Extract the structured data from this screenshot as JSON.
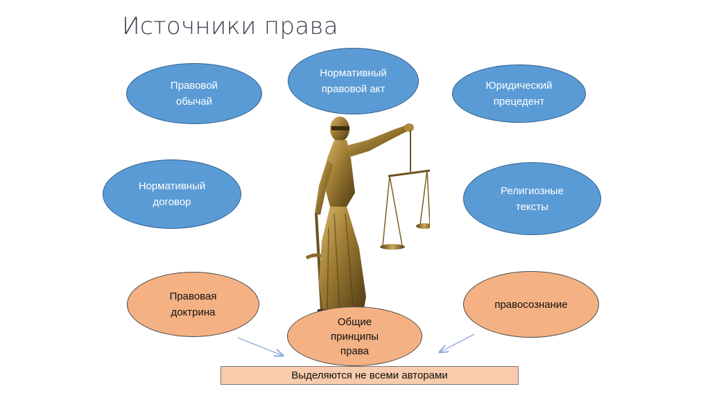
{
  "slide": {
    "title": "Источники права"
  },
  "nodes": {
    "legal_custom": "Правовой\nобычай",
    "normative_act": "Нормативный\nправовой акт",
    "judicial_precedent": "Юридический\nпрецедент",
    "normative_contract": "Нормативный\nдоговор",
    "religious_texts": "Религиозные\nтексты",
    "legal_doctrine": "Правовая\nдоктрина",
    "general_principles": "Общие\nпринципы\nправа",
    "legal_consciousness": "правосознание"
  },
  "note": {
    "text": "Выделяются не всеми авторами"
  },
  "illustration": {
    "icon": "themis-statue-icon"
  },
  "colors": {
    "blue_fill": "#5b9bd5",
    "orange_fill": "#f4b183",
    "note_fill": "#f8cbad",
    "arrow": "#8eaadb"
  }
}
